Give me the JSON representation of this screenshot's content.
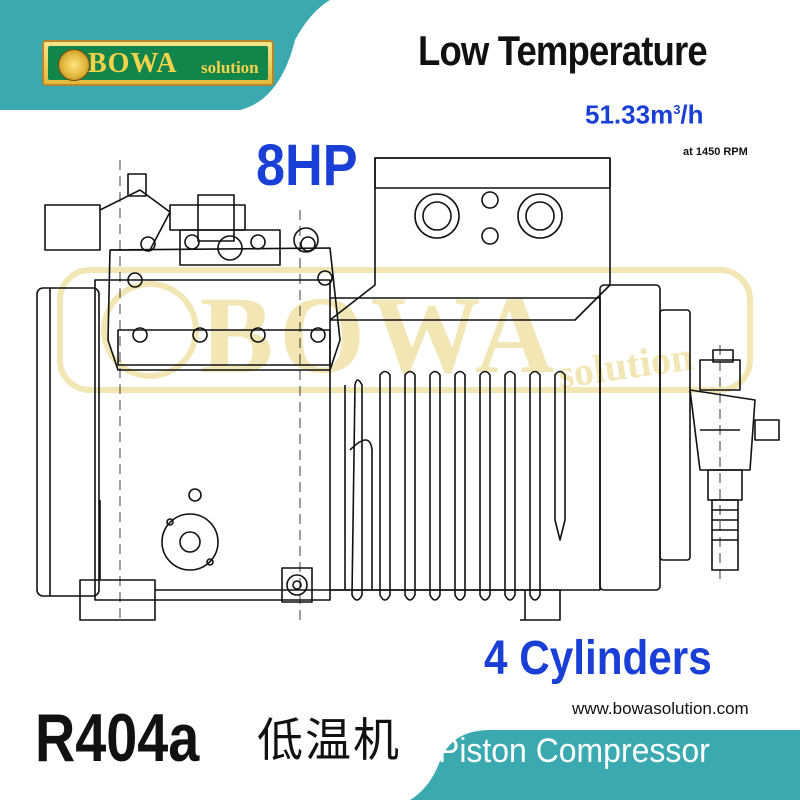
{
  "logo": {
    "brand": "BOWA",
    "suffix": "solution"
  },
  "headline": {
    "title": "Low Temperature",
    "flow": "51.33m",
    "flow_sup": "3",
    "flow_unit": "/h",
    "rpm": "at 1450 RPM",
    "power": "8HP"
  },
  "specs": {
    "cylinders": "4 Cylinders",
    "refrigerant": "R404a",
    "chinese_label": "低温机",
    "website": "www.bowasolution.com",
    "product_type": "Piston Compressor"
  },
  "watermark": {
    "text": "BOWA",
    "suffix": "solution"
  },
  "colors": {
    "teal": "#3aaab0",
    "blue_text": "#1a3fd6",
    "logo_green": "#12864a",
    "logo_gold": "#f4d24a",
    "watermark": "#f1e6b4"
  }
}
